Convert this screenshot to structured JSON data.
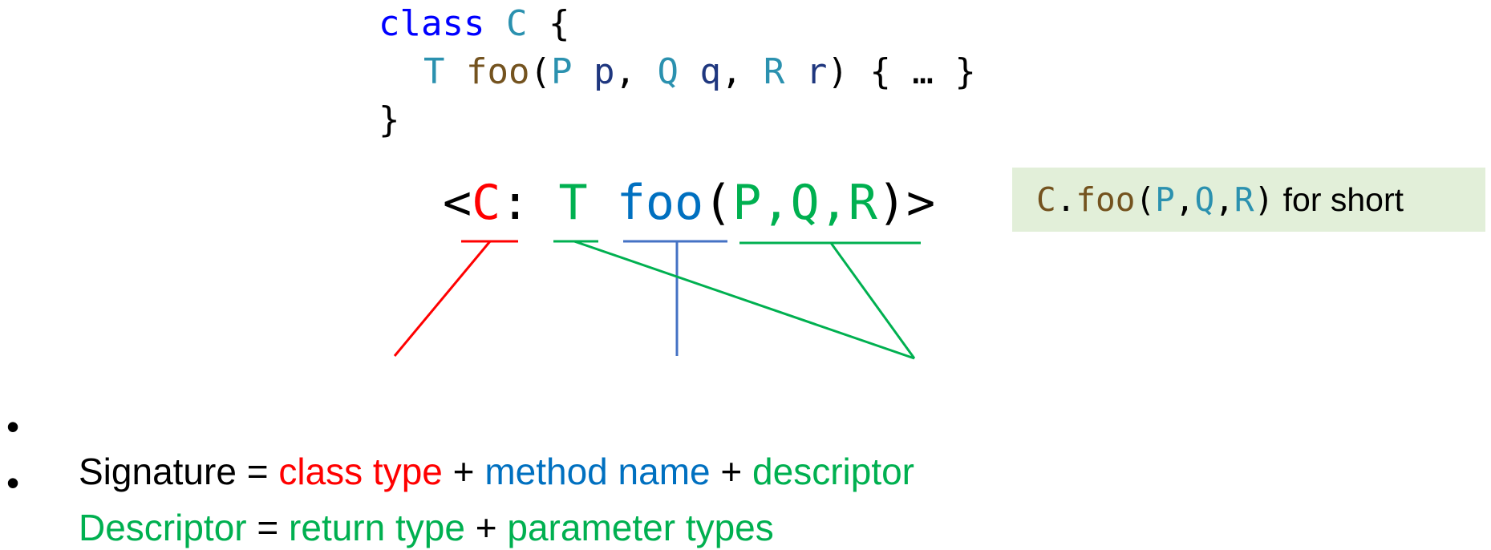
{
  "colors": {
    "keyword": "#0000ff",
    "type": "#2b91af",
    "method": "#74531f",
    "param": "#1f377f",
    "red": "#ff0000",
    "blue": "#0070c0",
    "green": "#00b050",
    "short_bg": "#e2efd9"
  },
  "code": {
    "line1": {
      "kw": "class",
      "space": " ",
      "cls": "C",
      "brace": " {"
    },
    "line2": {
      "t": "T",
      "sp1": " ",
      "foo": "foo",
      "lp": "(",
      "p_type": "P",
      "p_name": " p",
      "c1": ", ",
      "q_type": "Q",
      "q_name": " q",
      "c2": ", ",
      "r_type": "R",
      "r_name": " r",
      "rest": ") { … }"
    },
    "line3": {
      "brace": "}"
    }
  },
  "signature": {
    "lt": "<",
    "cls": "C",
    "colon": ": ",
    "ret": "T",
    "sp": " ",
    "name": "foo",
    "lp": "(",
    "params": "P,Q,R",
    "rp": ")",
    "gt": ">"
  },
  "short_form": {
    "cls": "C",
    "dot": ".",
    "name": "foo",
    "lp": "(",
    "p": "P",
    "c1": ",",
    "q": "Q",
    "c2": ",",
    "r": "R",
    "rp": ")",
    "suffix": " for short"
  },
  "bullets": [
    {
      "dot": "•",
      "parts": [
        "Signature = ",
        "class type",
        " + ",
        "method name",
        " + ",
        "descriptor"
      ]
    },
    {
      "dot": "•",
      "parts": [
        "Descriptor",
        " = ",
        "return type",
        " + ",
        "parameter types"
      ]
    }
  ]
}
